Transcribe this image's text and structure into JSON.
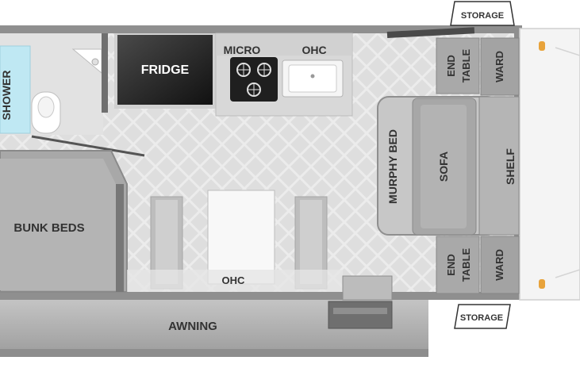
{
  "labels": {
    "storage_top": "STORAGE",
    "storage_bottom": "STORAGE",
    "fridge": "FRIDGE",
    "micro": "MICRO",
    "ohc_top": "OHC",
    "ohc_bottom": "OHC",
    "shower": "SHOWER",
    "bunk_beds": "BUNK BEDS",
    "murphy_bed": "MURPHY BED",
    "sofa": "SOFA",
    "shelf": "SHELF",
    "end_table_line1": "END",
    "end_table_line2": "TABLE",
    "ward": "WARD",
    "awning": "AWNING"
  },
  "colors": {
    "wall": "#9a9a9a",
    "wall_dark": "#6f6f6f",
    "floor": "#dcdcdc",
    "floor_pattern": "#ececec",
    "shower": "#bfe8f3",
    "fridge": "#2b2b2b",
    "cooktop": "#1f1f1f",
    "furniture": "#a9a9a9",
    "furniture_light": "#c7c7c7",
    "awning": "#b3b3b3",
    "text": "#333333",
    "marker_lights": "#e8a33b"
  }
}
